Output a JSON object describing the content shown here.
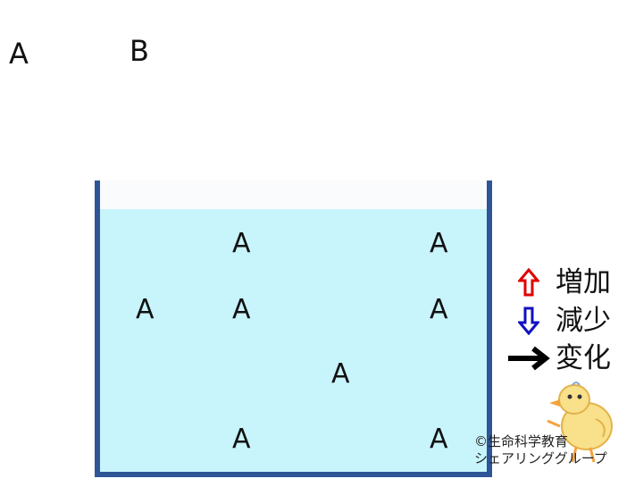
{
  "top_labels": {
    "a": "A",
    "b": "B"
  },
  "molecule_letter": "A",
  "legend": {
    "increase": "増加",
    "decrease": "減少",
    "change": "変化"
  },
  "credit": {
    "line1": "©生命科学教育",
    "line2": "シェアリンググループ"
  },
  "colors": {
    "beaker_wall": "#2e5597",
    "water": "#c8f4fb",
    "increase_arrow": "#e00000",
    "decrease_arrow": "#1010c0",
    "change_arrow": "#000000"
  },
  "icons": [
    "up-arrow-outline-icon",
    "down-arrow-outline-icon",
    "right-arrow-icon",
    "chick-icon"
  ]
}
